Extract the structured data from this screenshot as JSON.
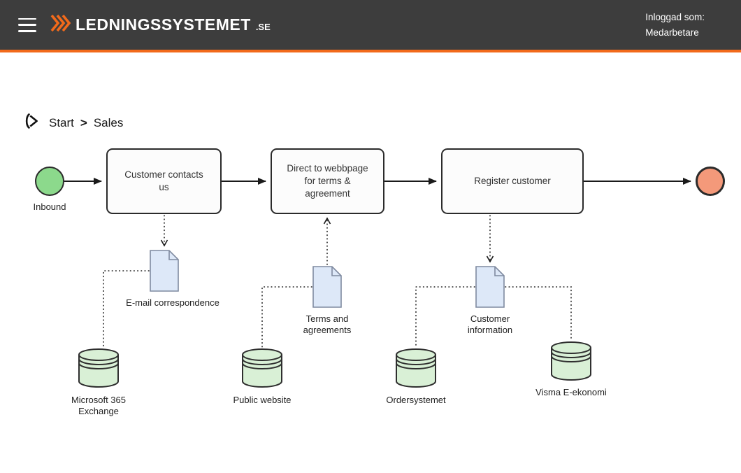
{
  "header": {
    "logo_text": "LEDNINGSSYSTEMET",
    "logo_suffix": ".SE",
    "login_label": "Inloggad som:",
    "login_user": "Medarbetare"
  },
  "breadcrumb": {
    "items": [
      {
        "label": "Start"
      },
      {
        "label": "Sales"
      }
    ],
    "separator": ">"
  },
  "diagram": {
    "start_event": {
      "label": "Inbound"
    },
    "tasks": [
      {
        "label": "Customer contacts us"
      },
      {
        "label": "Direct to webbpage for terms & agreement"
      },
      {
        "label": "Register customer"
      }
    ],
    "documents": [
      {
        "label": "E-mail correspondence"
      },
      {
        "label": "Terms and agreements"
      },
      {
        "label": "Customer information"
      }
    ],
    "databases": [
      {
        "label": "Microsoft 365 Exchange"
      },
      {
        "label": "Public website"
      },
      {
        "label": "Ordersystemet"
      },
      {
        "label": "Visma E-ekonomi"
      }
    ]
  },
  "colors": {
    "accent_orange": "#f26a1b",
    "topbar_bg": "#3d3d3d",
    "start_event_fill": "#8cd98c",
    "end_event_fill": "#f4997a",
    "database_fill": "#d9f0d6",
    "document_fill": "#dde8f8",
    "line_color": "#1a1a1a"
  }
}
